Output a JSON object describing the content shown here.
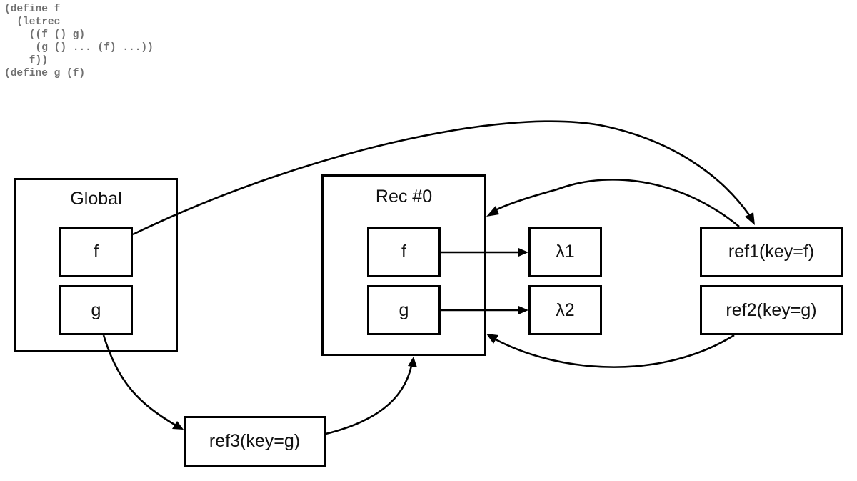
{
  "code": {
    "lines": [
      "(define f",
      "  (letrec",
      "    ((f () g)",
      "     (g () ... (f) ...))",
      "    f))",
      "(define g (f)"
    ],
    "color": "#707070"
  },
  "diagram": {
    "frames": [
      {
        "id": "global",
        "title": "Global",
        "slots": [
          "f",
          "g"
        ]
      },
      {
        "id": "rec0",
        "title": "Rec #0",
        "slots": [
          "f",
          "g"
        ]
      }
    ],
    "closures": [
      {
        "id": "lambda1",
        "label": "λ1"
      },
      {
        "id": "lambda2",
        "label": "λ2"
      }
    ],
    "refs": [
      {
        "id": "ref1",
        "label": "ref1(key=f)"
      },
      {
        "id": "ref2",
        "label": "ref2(key=g)"
      },
      {
        "id": "ref3",
        "label": "ref3(key=g)"
      }
    ],
    "edges": [
      {
        "from": "global.f",
        "to": "ref1",
        "shape": "curved"
      },
      {
        "from": "ref1",
        "to": "rec0",
        "shape": "curved"
      },
      {
        "from": "ref2",
        "to": "rec0",
        "shape": "curved"
      },
      {
        "from": "rec0.f",
        "to": "lambda1",
        "shape": "straight"
      },
      {
        "from": "rec0.g",
        "to": "lambda2",
        "shape": "straight"
      },
      {
        "from": "global.g",
        "to": "ref3",
        "shape": "curved"
      },
      {
        "from": "ref3",
        "to": "rec0",
        "shape": "curved"
      }
    ],
    "stroke_color": "#000000",
    "background": "#ffffff"
  }
}
